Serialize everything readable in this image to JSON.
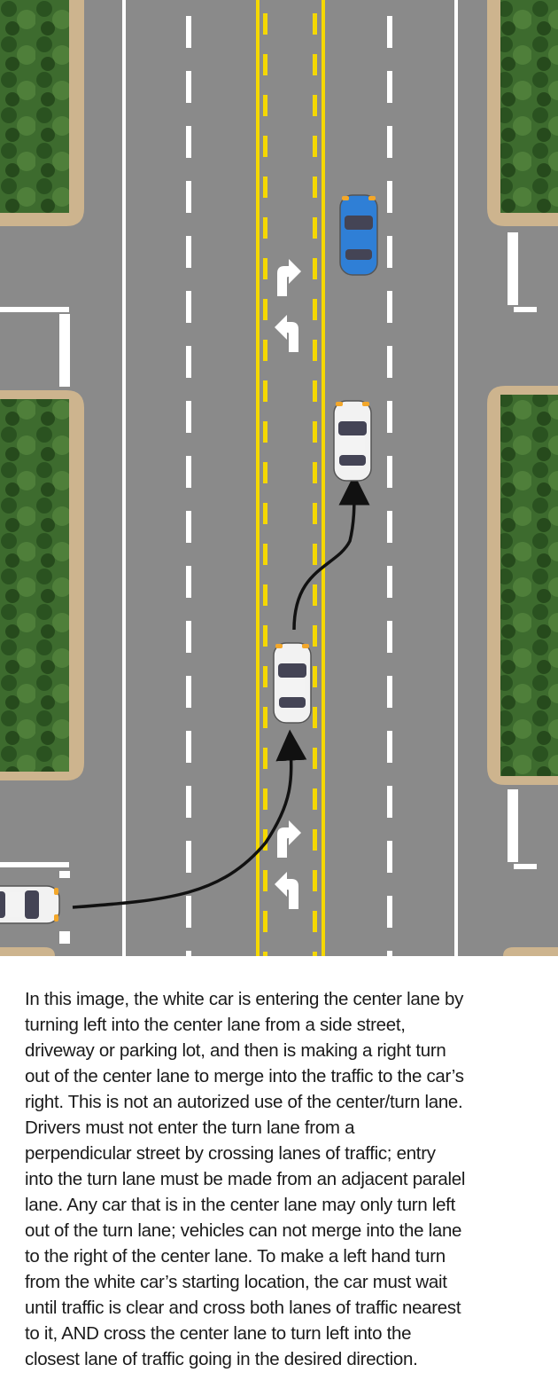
{
  "colors": {
    "asphalt": "#8a8a8a",
    "sand": "#cdb48e",
    "tree": "#2f5a26",
    "lane_white": "#ffffff",
    "center_yellow": "#f5d800",
    "car_blue": "#2f7fd6",
    "car_white": "#f2f2f2",
    "path_line": "#111111"
  },
  "scene": {
    "cars": [
      {
        "name": "blue-car",
        "color": "blue",
        "heading": "up"
      },
      {
        "name": "white-car-merged",
        "color": "white",
        "heading": "up"
      },
      {
        "name": "white-car-center-lane",
        "color": "white",
        "heading": "up"
      },
      {
        "name": "white-car-start",
        "color": "white",
        "heading": "right"
      }
    ],
    "turn_arrows": [
      "right-turn-arrow",
      "left-turn-arrow",
      "right-turn-arrow",
      "left-turn-arrow"
    ],
    "path": "black-arrow-path"
  },
  "caption": {
    "lines": [
      "In this image, the white car is entering the center lane by",
      "turning left into the center lane from a side street,",
      "driveway or parking lot, and then is making a right turn",
      "out of the center lane to merge into the traffic to the car’s",
      "right. This is not an autorized use of the center/turn lane.",
      "Drivers must not enter the turn lane from a",
      "perpendicular street by crossing lanes of traffic; entry",
      "into the turn lane must be made from an adjacent paralel",
      "lane.  Any car that is in the center lane may only turn left",
      "out of the turn lane; vehicles can not merge into the lane",
      "to the right of the center lane. To make a left hand turn",
      "from the white car’s starting location, the car must wait",
      "until traffic is clear and cross both lanes of traffic nearest",
      "to it, AND cross the center lane to turn left into the",
      "closest lane of traffic going in the desired direction."
    ]
  }
}
